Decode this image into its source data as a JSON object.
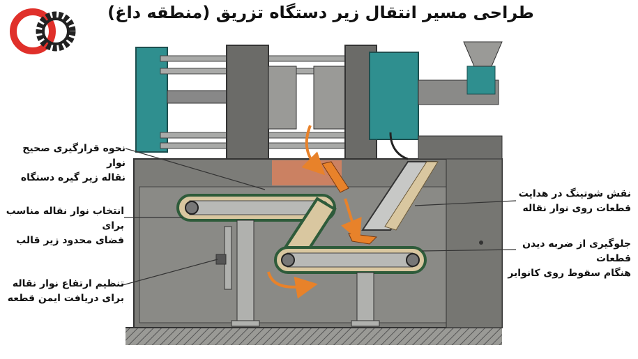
{
  "title": "طراحی مسیر انتقال زیر دستگاه تزریق (منطقه داغ)",
  "colors": {
    "machine_teal": "#2f8f8f",
    "machine_gray": "#6f6f6c",
    "belt_green": "#2e5b3a",
    "belt_sand": "#d9c7a0",
    "arrow_orange": "#e8822a",
    "hot_zone": "#d9825e",
    "logo_red": "#e0302a",
    "logo_dark": "#222222"
  },
  "logo": {
    "icon": "gear-ring-logo"
  },
  "labels": {
    "left": [
      {
        "line1": "نحوه قرارگیری صحیح نوار",
        "line2": "نقاله زیر گیره دستگاه"
      },
      {
        "line1": "انتخاب نوار نقاله مناسب برای",
        "line2": "فضای محدود زیر قالب"
      },
      {
        "line1": "تنظیم ارتفاع نوار نقاله",
        "line2": "برای دریافت ایمن قطعه"
      }
    ],
    "right": [
      {
        "line1": "نقش شوتینگ در هدایت",
        "line2": "قطعات  روی نوار نقاله"
      },
      {
        "line1": "جلوگیری از ضربه دیدن قطعات",
        "line2": "هنگام سقوط روی کانوایر"
      }
    ]
  }
}
